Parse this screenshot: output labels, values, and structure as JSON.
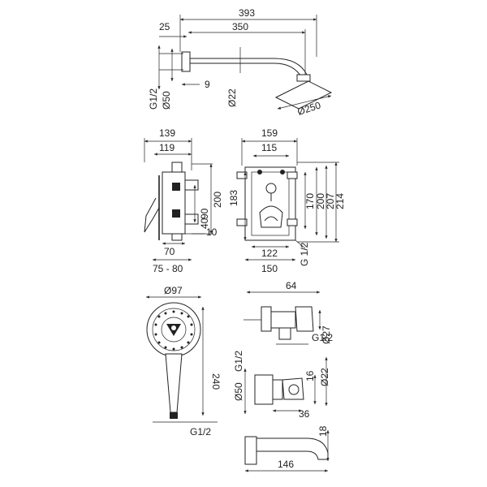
{
  "diagram": {
    "shower_arm": {
      "length_total": "393",
      "length_arm": "350",
      "flange_depth": "25",
      "thread": "G1/2",
      "flange_dia": "Ø50",
      "offset": "9",
      "arm_dia": "Ø22",
      "head_dia": "Ø250"
    },
    "mixer_side": {
      "depth_total": "139",
      "depth_body": "119",
      "height": "200",
      "dim_40": "40",
      "dim_90": "90",
      "dim_10": "10",
      "dim_70": "70",
      "range": "75 - 80"
    },
    "mixer_front": {
      "width_outer": "159",
      "width_inner": "115",
      "height_inner": "183",
      "height_170": "170",
      "height_200": "200",
      "height_207": "207",
      "height_214": "214",
      "width_122": "122",
      "width_150": "150",
      "thread": "G 1/2"
    },
    "hand_shower": {
      "head_dia": "Ø97",
      "length": "240",
      "thread": "G1/2"
    },
    "wall_outlet": {
      "width": "64",
      "dia_27": "Ø27",
      "thread": "G1/2",
      "flange_dia": "Ø50",
      "thread2": "G1/2",
      "dim_16": "16",
      "dia_22": "Ø22",
      "dim_36": "36"
    },
    "spout": {
      "length": "146",
      "height": "18"
    }
  }
}
